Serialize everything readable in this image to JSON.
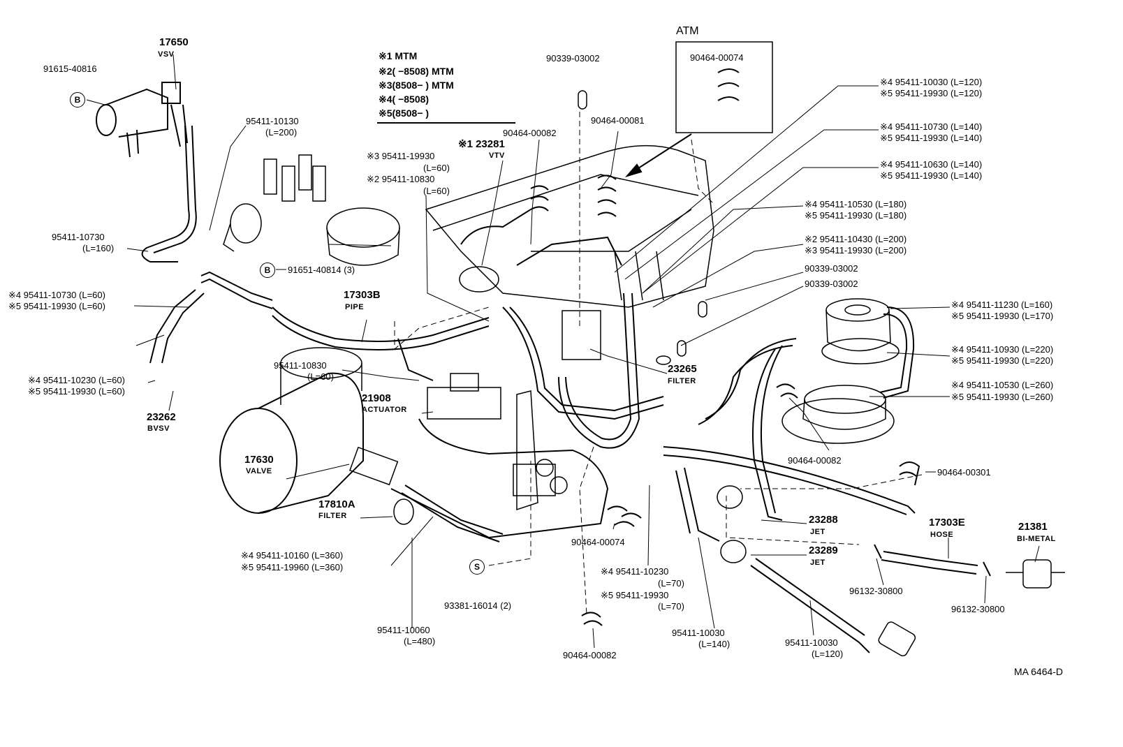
{
  "labels": {
    "p17650": "17650",
    "vsv": "VSV",
    "p91615": "91615-40816",
    "tagB1": "B",
    "p95411_10130": "95411-10130",
    "l200a": "(L=200)",
    "p95411_10730a": "95411-10730",
    "l160a": "(L=160)",
    "tagB2": "B",
    "p91651": "91651-40814 (3)",
    "n4_10730": "※4 95411-10730 (L=60)",
    "n5_19930a": "※5 95411-19930 (L=60)",
    "p17303b": "17303B",
    "pipe": "PIPE",
    "p95411_10830": "95411-10830",
    "l60b": "(L=60)",
    "n4_10230": "※4 95411-10230 (L=60)",
    "n5_19930b": "※5 95411-19930 (L=60)",
    "p23262": "23262",
    "bvsv": "BVSV",
    "p21908": "21908",
    "actuator": "ACTUATOR",
    "p17630": "17630",
    "valve": "VALVE",
    "p17810a": "17810A",
    "filter1": "FILTER",
    "n4_10160": "※4 95411-10160 (L=360)",
    "n5_19960": "※5 95411-19960 (L=360)",
    "tagS": "S",
    "p93381": "93381-16014 (2)",
    "p95411_10060": "95411-10060",
    "l480": "(L=480)",
    "m1": "※1 MTM",
    "m2": "※2(        −8508) MTM",
    "m3": "※3(8508−        ) MTM",
    "m4": "※4(        −8508)",
    "m5": "※5(8508−        )",
    "n3_19930": "※3 95411-19930",
    "l60c": "(L=60)",
    "n2_10830": "※2 95411-10830",
    "l60d": "(L=60)",
    "n1_23281": "※1 23281",
    "vtv": "VTV",
    "p90464_00082a": "90464-00082",
    "p90339_03002a": "90339-03002",
    "p90464_00081": "90464-00081",
    "atm": "ATM",
    "p90464_00074a": "90464-00074",
    "r1a": "※4 95411-10030 (L=120)",
    "r1b": "※5 95411-19930 (L=120)",
    "r2a": "※4 95411-10730 (L=140)",
    "r2b": "※5 95411-19930 (L=140)",
    "r3a": "※4 95411-10630 (L=140)",
    "r3b": "※5 95411-19930 (L=140)",
    "r4a": "※4 95411-10530 (L=180)",
    "r4b": "※5 95411-19930 (L=180)",
    "r5a": "※2 95411-10430 (L=200)",
    "r5b": "※3 95411-19930 (L=200)",
    "r6": "90339-03002",
    "r7": "90339-03002",
    "p23265": "23265",
    "filter2": "FILTER",
    "r8a": "※4 95411-11230 (L=160)",
    "r8b": "※5 95411-19930 (L=170)",
    "r9a": "※4 95411-10930 (L=220)",
    "r9b": "※5 95411-19930 (L=220)",
    "r10a": "※4 95411-10530 (L=260)",
    "r10b": "※5 95411-19930 (L=260)",
    "p90464_00082b": "90464-00082",
    "p90464_00301": "90464-00301",
    "p90464_00074b": "90464-00074",
    "n4_10230b": "※4 95411-10230",
    "l70a": "(L=70)",
    "n5_19930c": "※5 95411-19930",
    "l70b": "(L=70)",
    "p90464_00082c": "90464-00082",
    "p23288": "23288",
    "jet1": "JET",
    "p23289": "23289",
    "jet2": "JET",
    "p95411_10030a": "95411-10030",
    "l140": "(L=140)",
    "p95411_10030b": "95411-10030",
    "l120": "(L=120)",
    "p17303e": "17303E",
    "hose": "HOSE",
    "p21381": "21381",
    "bimetal": "BI-METAL",
    "p96132a": "96132-30800",
    "p96132b": "96132-30800",
    "code": "MA 6464-D"
  }
}
